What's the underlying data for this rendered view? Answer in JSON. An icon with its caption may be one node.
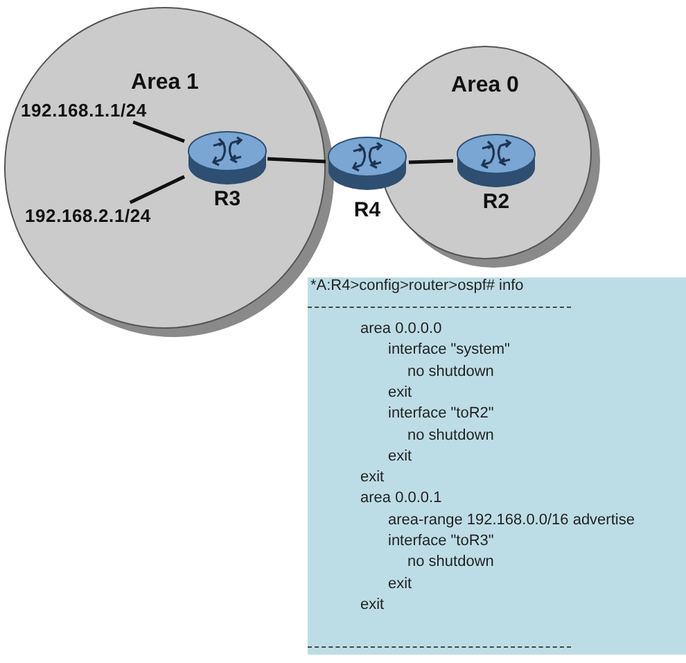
{
  "diagram": {
    "nodes": [
      {
        "text": [
          "Area 1"
        ]
      },
      {
        "text": [
          "Area 0"
        ]
      },
      {
        "text": [
          "R3"
        ],
        "in": 0
      },
      {
        "text": [
          "R4"
        ]
      },
      {
        "text": [
          "R2"
        ],
        "in": 1
      },
      {
        "text": [
          "192.168.1.1/24"
        ],
        "in": 0
      },
      {
        "text": [
          "192.168.2.1/24"
        ],
        "in": 0
      },
      {
        "text": [
          "*A:R4>config>router>ospf# info",
          "area 0.0.0.0",
          "interface \"system\"",
          "no shutdown",
          "exit",
          "interface \"toR2\"",
          "no shutdown",
          "exit",
          "exit",
          "area 0.0.0.1",
          "area-range 192.168.0.0/16 advertise",
          "interface \"toR3\"",
          "no shutdown",
          "exit",
          "exit"
        ]
      }
    ],
    "edges": [
      {
        "from": 5,
        "to": 2,
        "arrow": "none"
      },
      {
        "from": 6,
        "to": 2,
        "arrow": "none"
      },
      {
        "from": 2,
        "to": 3,
        "arrow": "none"
      },
      {
        "from": 3,
        "to": 4,
        "arrow": "none"
      }
    ]
  }
}
